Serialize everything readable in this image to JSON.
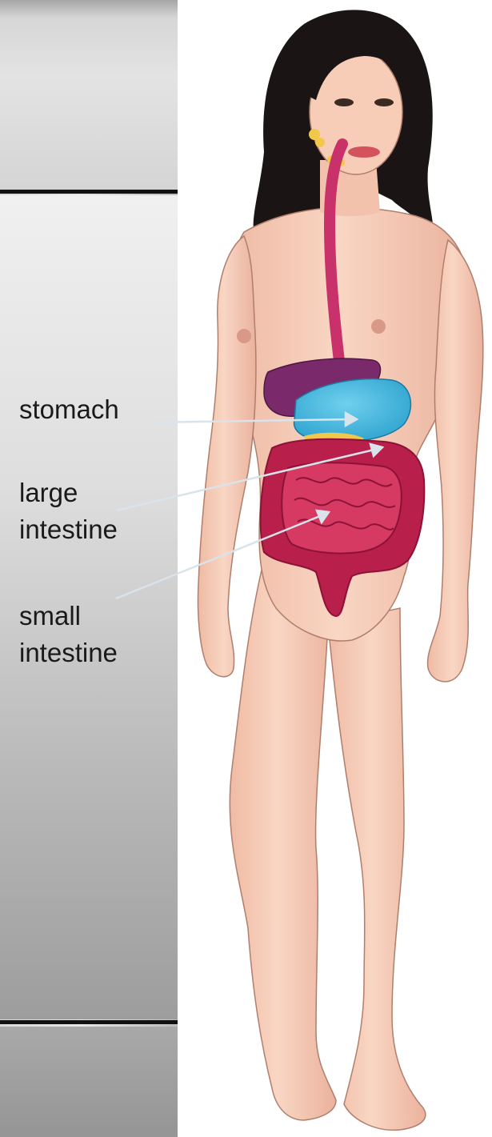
{
  "labels": {
    "stomach": "stomach",
    "large_intestine_line1": "large",
    "large_intestine_line2": "intestine",
    "small_intestine_line1": "small",
    "small_intestine_line2": "intestine"
  },
  "colors": {
    "skin": "#f6cbb6",
    "skin_shadow": "#e2a893",
    "hair": "#1a1414",
    "esophagus": "#c8316a",
    "liver": "#7a2a6b",
    "stomach": "#3fb4dc",
    "pancreas": "#f1c84a",
    "intestine": "#b81f4a",
    "intestine_dark": "#8c1236",
    "pointer": "#d9e3ea"
  }
}
